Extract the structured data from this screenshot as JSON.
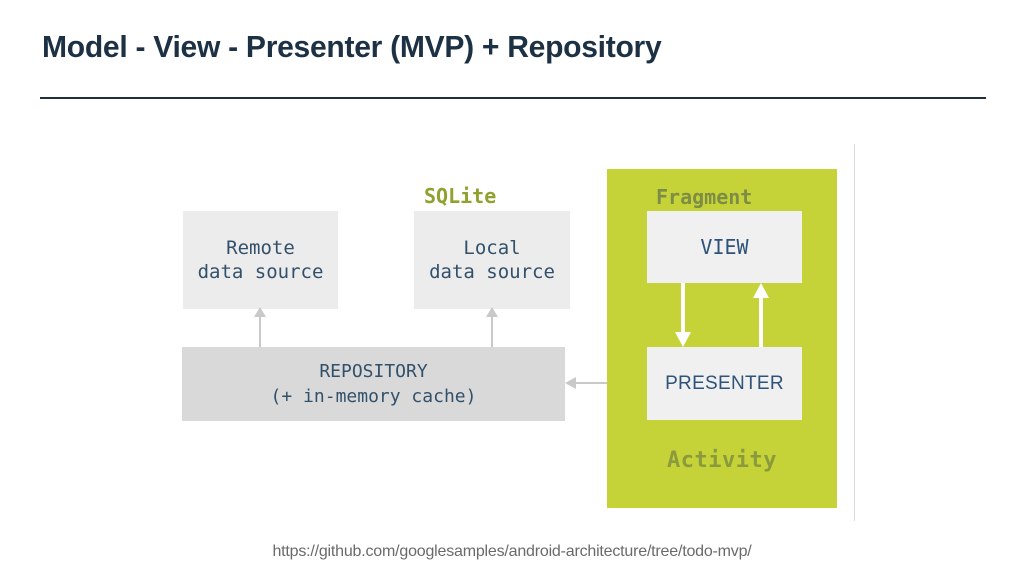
{
  "slide": {
    "title": "Model - View - Presenter (MVP) + Repository",
    "footer_url": "https://github.com/googlesamples/android-architecture/tree/todo-mvp/"
  },
  "diagram": {
    "labels": {
      "sqlite": "SQLite",
      "fragment": "Fragment",
      "activity": "Activity"
    },
    "nodes": {
      "remote": {
        "line1": "Remote",
        "line2": "data source"
      },
      "local": {
        "line1": "Local",
        "line2": "data source"
      },
      "repository": {
        "line1": "REPOSITORY",
        "line2": "(+ in-memory cache)"
      },
      "view": "VIEW",
      "presenter": "PRESENTER"
    },
    "connections": [
      "repository -> remote data source (up arrow)",
      "repository -> local data source (up arrow)",
      "repository <-> presenter (bidirectional arrow)",
      "view -> presenter (down arrow)",
      "presenter -> view (up arrow)"
    ],
    "colors": {
      "title_navy": "#1d3144",
      "container_green": "#c5d338",
      "node_gray_light": "#ececec",
      "node_gray_medium": "#d9d9d9",
      "node_white": "#f0f0f0",
      "node_text_blue": "#33506b",
      "sqlite_olive": "#8da32d",
      "fragment_olive": "#7d8d45",
      "activity_olive": "#8a9a3d",
      "arrow_gray": "#c9c9c9",
      "arrow_white": "#ffffff",
      "footer_gray": "#6a6a6a"
    }
  }
}
